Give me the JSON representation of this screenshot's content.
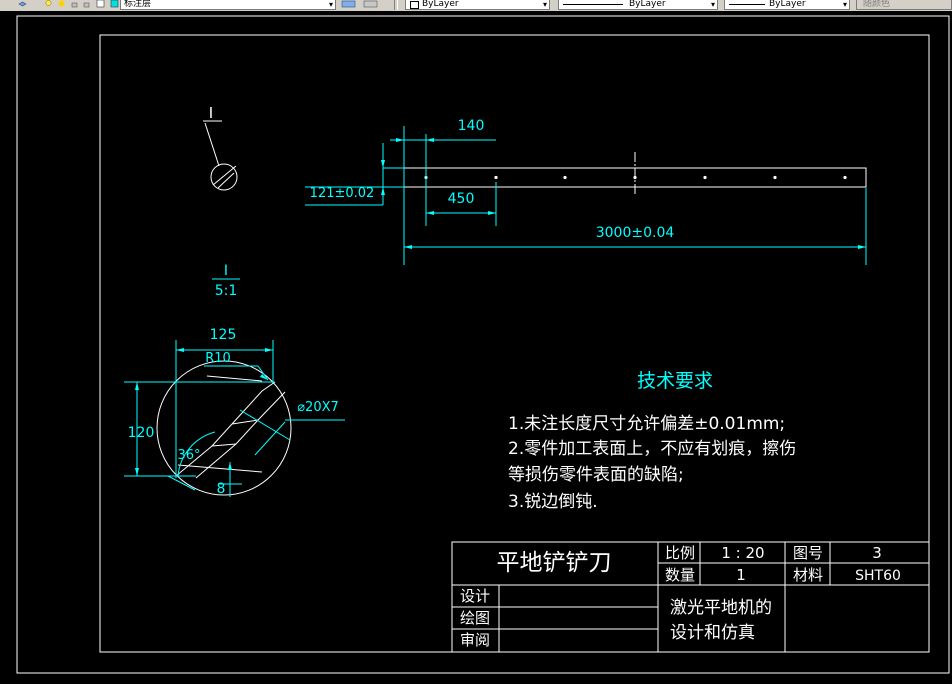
{
  "toolbar": {
    "layer_name": "标注层",
    "color_value": "ByLayer",
    "linetype_value": "ByLayer",
    "lineweight_value": "ByLayer",
    "plotstyle_value": "随颜色",
    "icons": [
      "layers-icon",
      "lightbulb-icon",
      "sun-icon",
      "lock-icon",
      "color-swatch-icon",
      "layer-previous-icon",
      "layer-states-icon"
    ]
  },
  "colors": {
    "background": "#000000",
    "line": "#ffffff",
    "dimension": "#00ffff"
  },
  "drawing": {
    "detail_marker": "I",
    "detail_title": "I",
    "detail_scale": "5:1",
    "dims": {
      "d140": "140",
      "d121": "121±0.02",
      "d450": "450",
      "d3000": "3000±0.04",
      "d125": "125",
      "r10": "R10",
      "hole": "⌀20X7",
      "d120": "120",
      "ang36": "36°",
      "d8": "8"
    },
    "tech_title": "技术要求",
    "tech_lines": [
      "1.未注长度尺寸允许偏差±0.01mm;",
      "2.零件加工表面上，不应有划痕，擦伤",
      "等损伤零件表面的缺陷;",
      "3.锐边倒钝."
    ],
    "title_block": {
      "part_name": "平地铲铲刀",
      "scale_label": "比例",
      "scale_value": "1 : 20",
      "drawing_no_label": "图号",
      "drawing_no_value": "3",
      "qty_label": "数量",
      "qty_value": "1",
      "material_label": "材料",
      "material_value": "SHT60",
      "design_label": "设计",
      "drawn_label": "绘图",
      "review_label": "审阅",
      "project_line1": "激光平地机的",
      "project_line2": "设计和仿真"
    }
  }
}
